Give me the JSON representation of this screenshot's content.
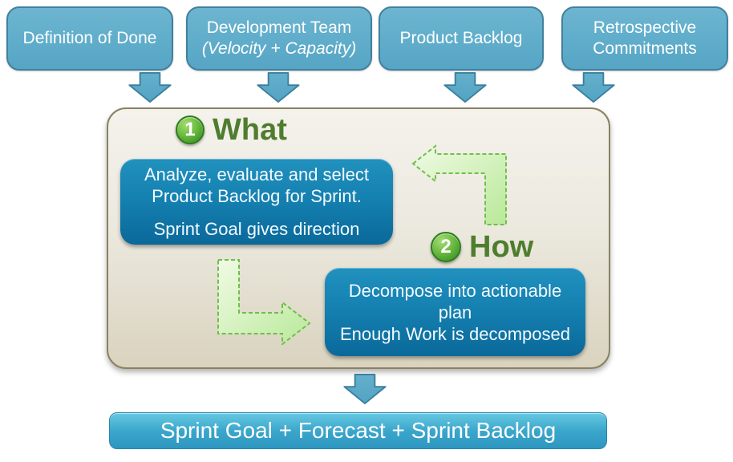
{
  "title": "Sprint Planning inputs and outputs diagram",
  "colors": {
    "input_box_fill": "#5fadcb",
    "input_box_border": "#43809e",
    "panel_fill_top": "#f4f2ec",
    "panel_fill_bottom": "#d9d3bf",
    "panel_border": "#8a8160",
    "content_box_fill_top": "#2191be",
    "content_box_fill_bottom": "#0a699a",
    "step_green": "#4f7d2e",
    "badge_green": "#55a930",
    "green_arrow_fill": "#d4f3bb",
    "green_arrow_border": "#6fbf4b",
    "output_bar_fill": "#3ba6cc"
  },
  "inputs": [
    {
      "line1": "Definition of Done",
      "line2": ""
    },
    {
      "line1": "Development Team",
      "line2": "(Velocity + Capacity)"
    },
    {
      "line1": "Product Backlog",
      "line2": ""
    },
    {
      "line1": "Retrospective",
      "line2": "Commitments"
    }
  ],
  "panel": {
    "step1": {
      "number": "1",
      "title": "What",
      "box": {
        "line1": "Analyze, evaluate and select",
        "line2": "Product Backlog for Sprint.",
        "line3": "Sprint Goal gives direction"
      }
    },
    "step2": {
      "number": "2",
      "title": "How",
      "box": {
        "line1": "Decompose into actionable plan",
        "line2": "Enough Work is decomposed"
      }
    }
  },
  "output": {
    "label": "Sprint Goal + Forecast + Sprint Backlog"
  }
}
